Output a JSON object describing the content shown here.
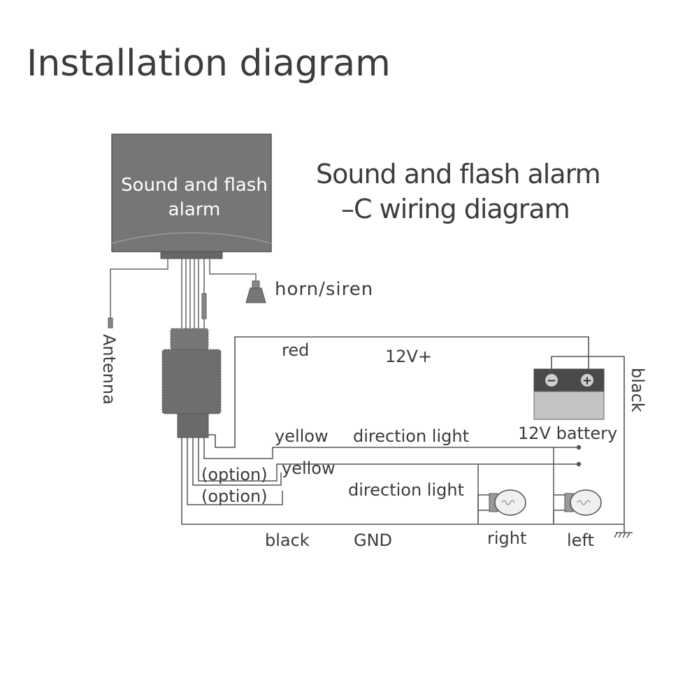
{
  "page_title": "Installation diagram",
  "diagram_title": {
    "line1": "Sound and flash alarm",
    "line2": "–C wiring diagram"
  },
  "alarm_unit": {
    "line1": "Sound and flash",
    "line2": "alarm"
  },
  "labels": {
    "horn": "horn/siren",
    "antenna": "Antenna",
    "red": "red",
    "voltage": "12V+",
    "black_vertical": "black",
    "battery": "12V battery",
    "yellow_1": "yellow",
    "direction_light_1": "direction light",
    "option_1": "(option)",
    "yellow_2": "yellow",
    "option_2": "(option)",
    "direction_light_2": "direction light",
    "black_bottom": "black",
    "gnd": "GND",
    "right": "right",
    "left": "left"
  },
  "battery_terminals": {
    "negative": "−",
    "positive": "+"
  },
  "colors": {
    "ink": "#555555",
    "text": "#3c3c3c",
    "unit_fill": "#767676",
    "unit_text": "#ffffff",
    "battery_top": "#4a4a4a",
    "battery_body": "#c4c4c4"
  }
}
